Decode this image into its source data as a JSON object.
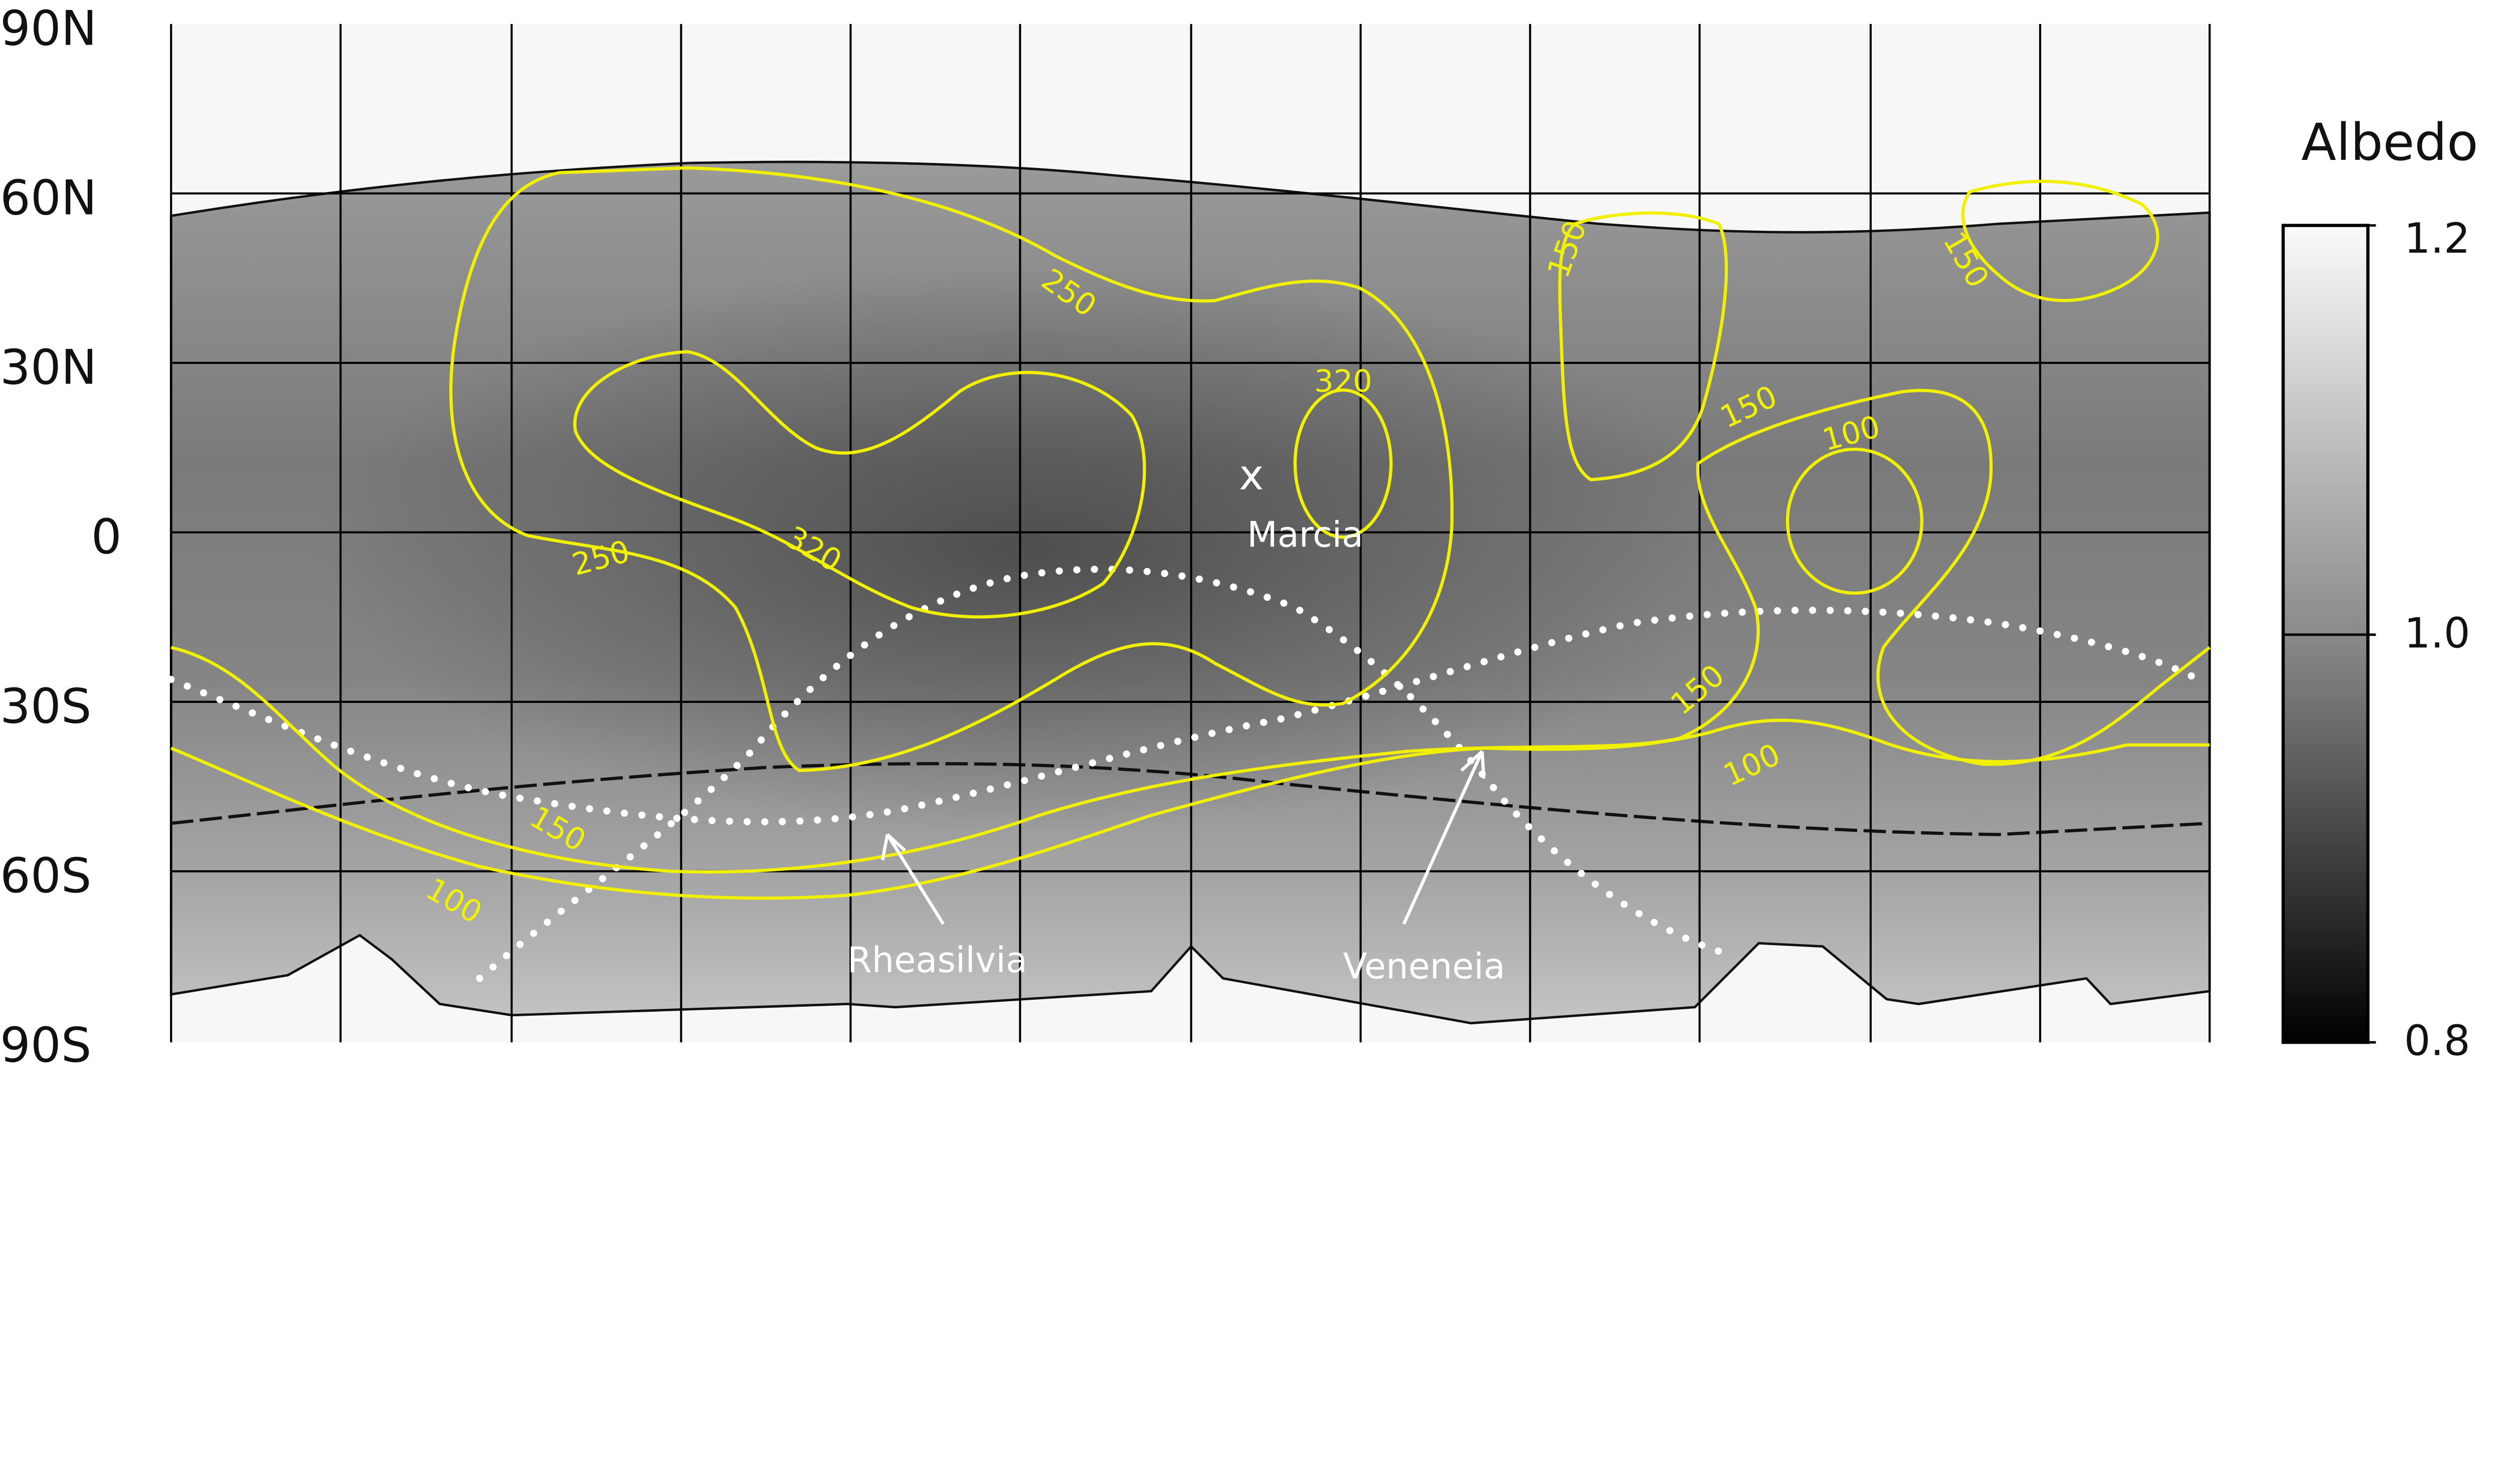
{
  "map": {
    "latitude_labels": [
      "90N",
      "60N",
      "30N",
      "0",
      "30S",
      "60S",
      "90S"
    ],
    "contour_color": "#f0f000",
    "contour_labels": [
      "250",
      "250",
      "320",
      "320",
      "150",
      "150",
      "150",
      "100",
      "150",
      "100",
      "150",
      "100"
    ],
    "features": {
      "marcia_marker": "x",
      "marcia": "Marcia",
      "rheasilvia": "Rheasilvia",
      "veneneia": "Veneneia"
    }
  },
  "colorbar": {
    "title": "Albedo",
    "ticks": [
      "1.2",
      "1.0",
      "0.8"
    ],
    "range": [
      0.8,
      1.2
    ]
  }
}
